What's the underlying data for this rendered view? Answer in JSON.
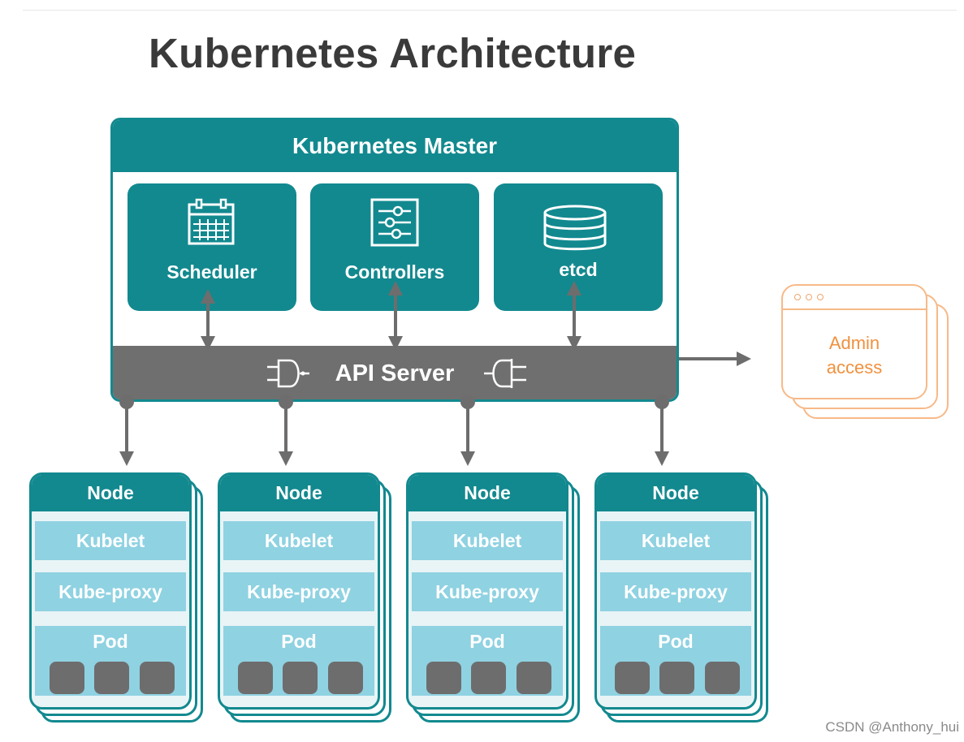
{
  "title": "Kubernetes Architecture",
  "master": {
    "title": "Kubernetes Master",
    "components": [
      {
        "label": "Scheduler",
        "icon": "calendar-icon"
      },
      {
        "label": "Controllers",
        "icon": "sliders-icon"
      },
      {
        "label": "etcd",
        "icon": "database-icon"
      }
    ],
    "api_server": "API Server"
  },
  "nodes": [
    {
      "title": "Node",
      "kubelet": "Kubelet",
      "kube_proxy": "Kube-proxy",
      "pod": "Pod"
    },
    {
      "title": "Node",
      "kubelet": "Kubelet",
      "kube_proxy": "Kube-proxy",
      "pod": "Pod"
    },
    {
      "title": "Node",
      "kubelet": "Kubelet",
      "kube_proxy": "Kube-proxy",
      "pod": "Pod"
    },
    {
      "title": "Node",
      "kubelet": "Kubelet",
      "kube_proxy": "Kube-proxy",
      "pod": "Pod"
    }
  ],
  "admin": {
    "line1": "Admin",
    "line2": "access"
  },
  "watermark": "CSDN @Anthony_hui",
  "colors": {
    "teal": "#12898f",
    "api_gray": "#706f6f",
    "band_blue": "#8fd2e2",
    "admin_orange": "#f0913e"
  }
}
